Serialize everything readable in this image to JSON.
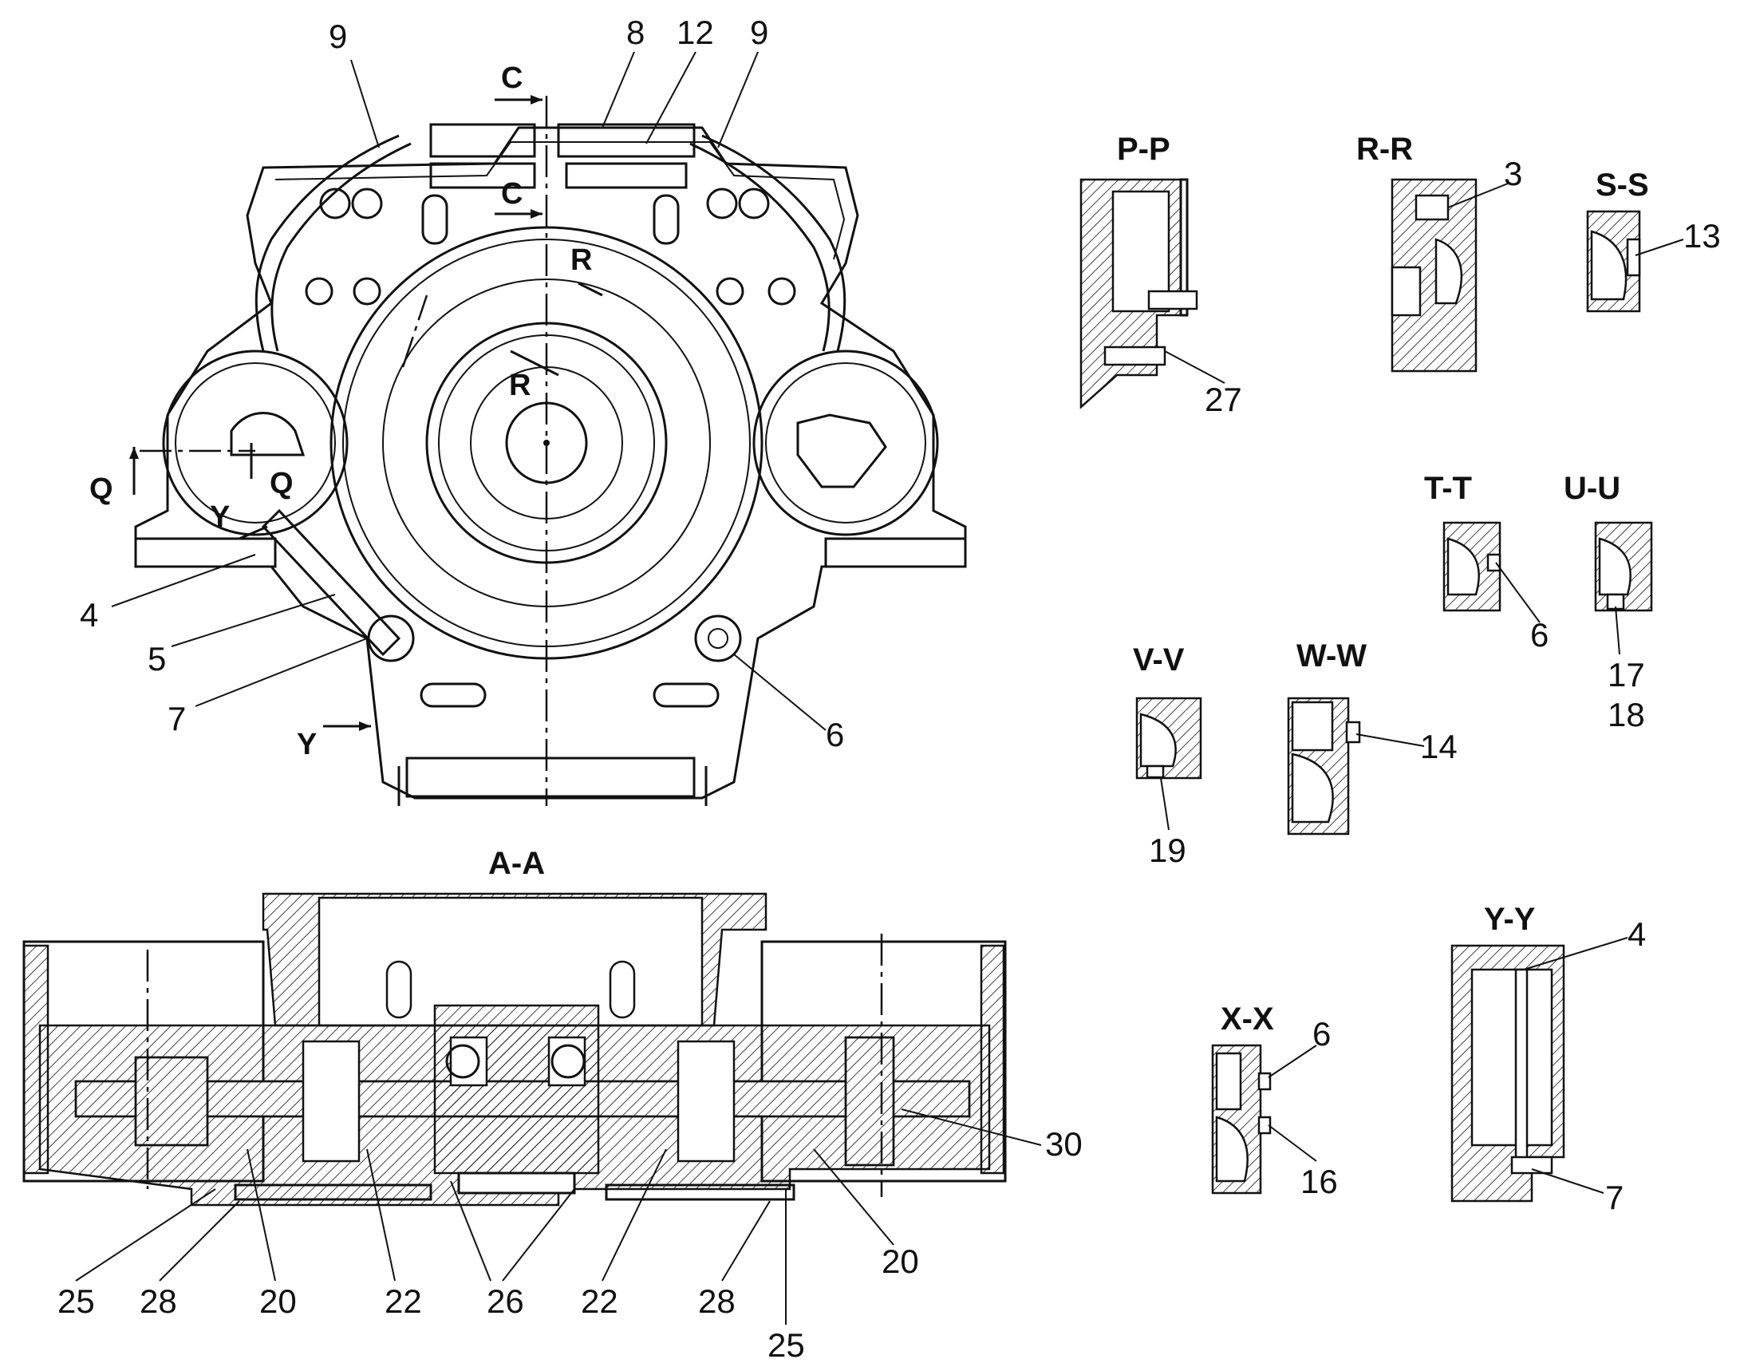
{
  "main_view": {
    "callouts": [
      "9",
      "8",
      "12",
      "9",
      "4",
      "5",
      "7",
      "6"
    ],
    "arrows": {
      "c_top": "C",
      "c_mid": "C",
      "r_outer": "R",
      "r_inner": "R",
      "q_left": "Q",
      "q_right": "Q",
      "y_upper": "Y",
      "y_lower": "Y"
    }
  },
  "section_aa": {
    "title": "A-A",
    "callouts": [
      "30",
      "20",
      "25",
      "28",
      "20",
      "22",
      "26",
      "22",
      "28",
      "25"
    ]
  },
  "details": {
    "pp": {
      "title": "P-P",
      "callouts": [
        "27"
      ]
    },
    "rr": {
      "title": "R-R",
      "callouts": [
        "3"
      ]
    },
    "ss": {
      "title": "S-S",
      "callouts": [
        "13"
      ]
    },
    "tt": {
      "title": "T-T",
      "callouts": [
        "6"
      ]
    },
    "uu": {
      "title": "U-U",
      "callouts": [
        "17",
        "18"
      ]
    },
    "vv": {
      "title": "V-V",
      "callouts": [
        "19"
      ]
    },
    "ww": {
      "title": "W-W",
      "callouts": [
        "14"
      ]
    },
    "xx": {
      "title": "X-X",
      "callouts": [
        "6",
        "16"
      ]
    },
    "yy": {
      "title": "Y-Y",
      "callouts": [
        "4",
        "7"
      ]
    }
  }
}
